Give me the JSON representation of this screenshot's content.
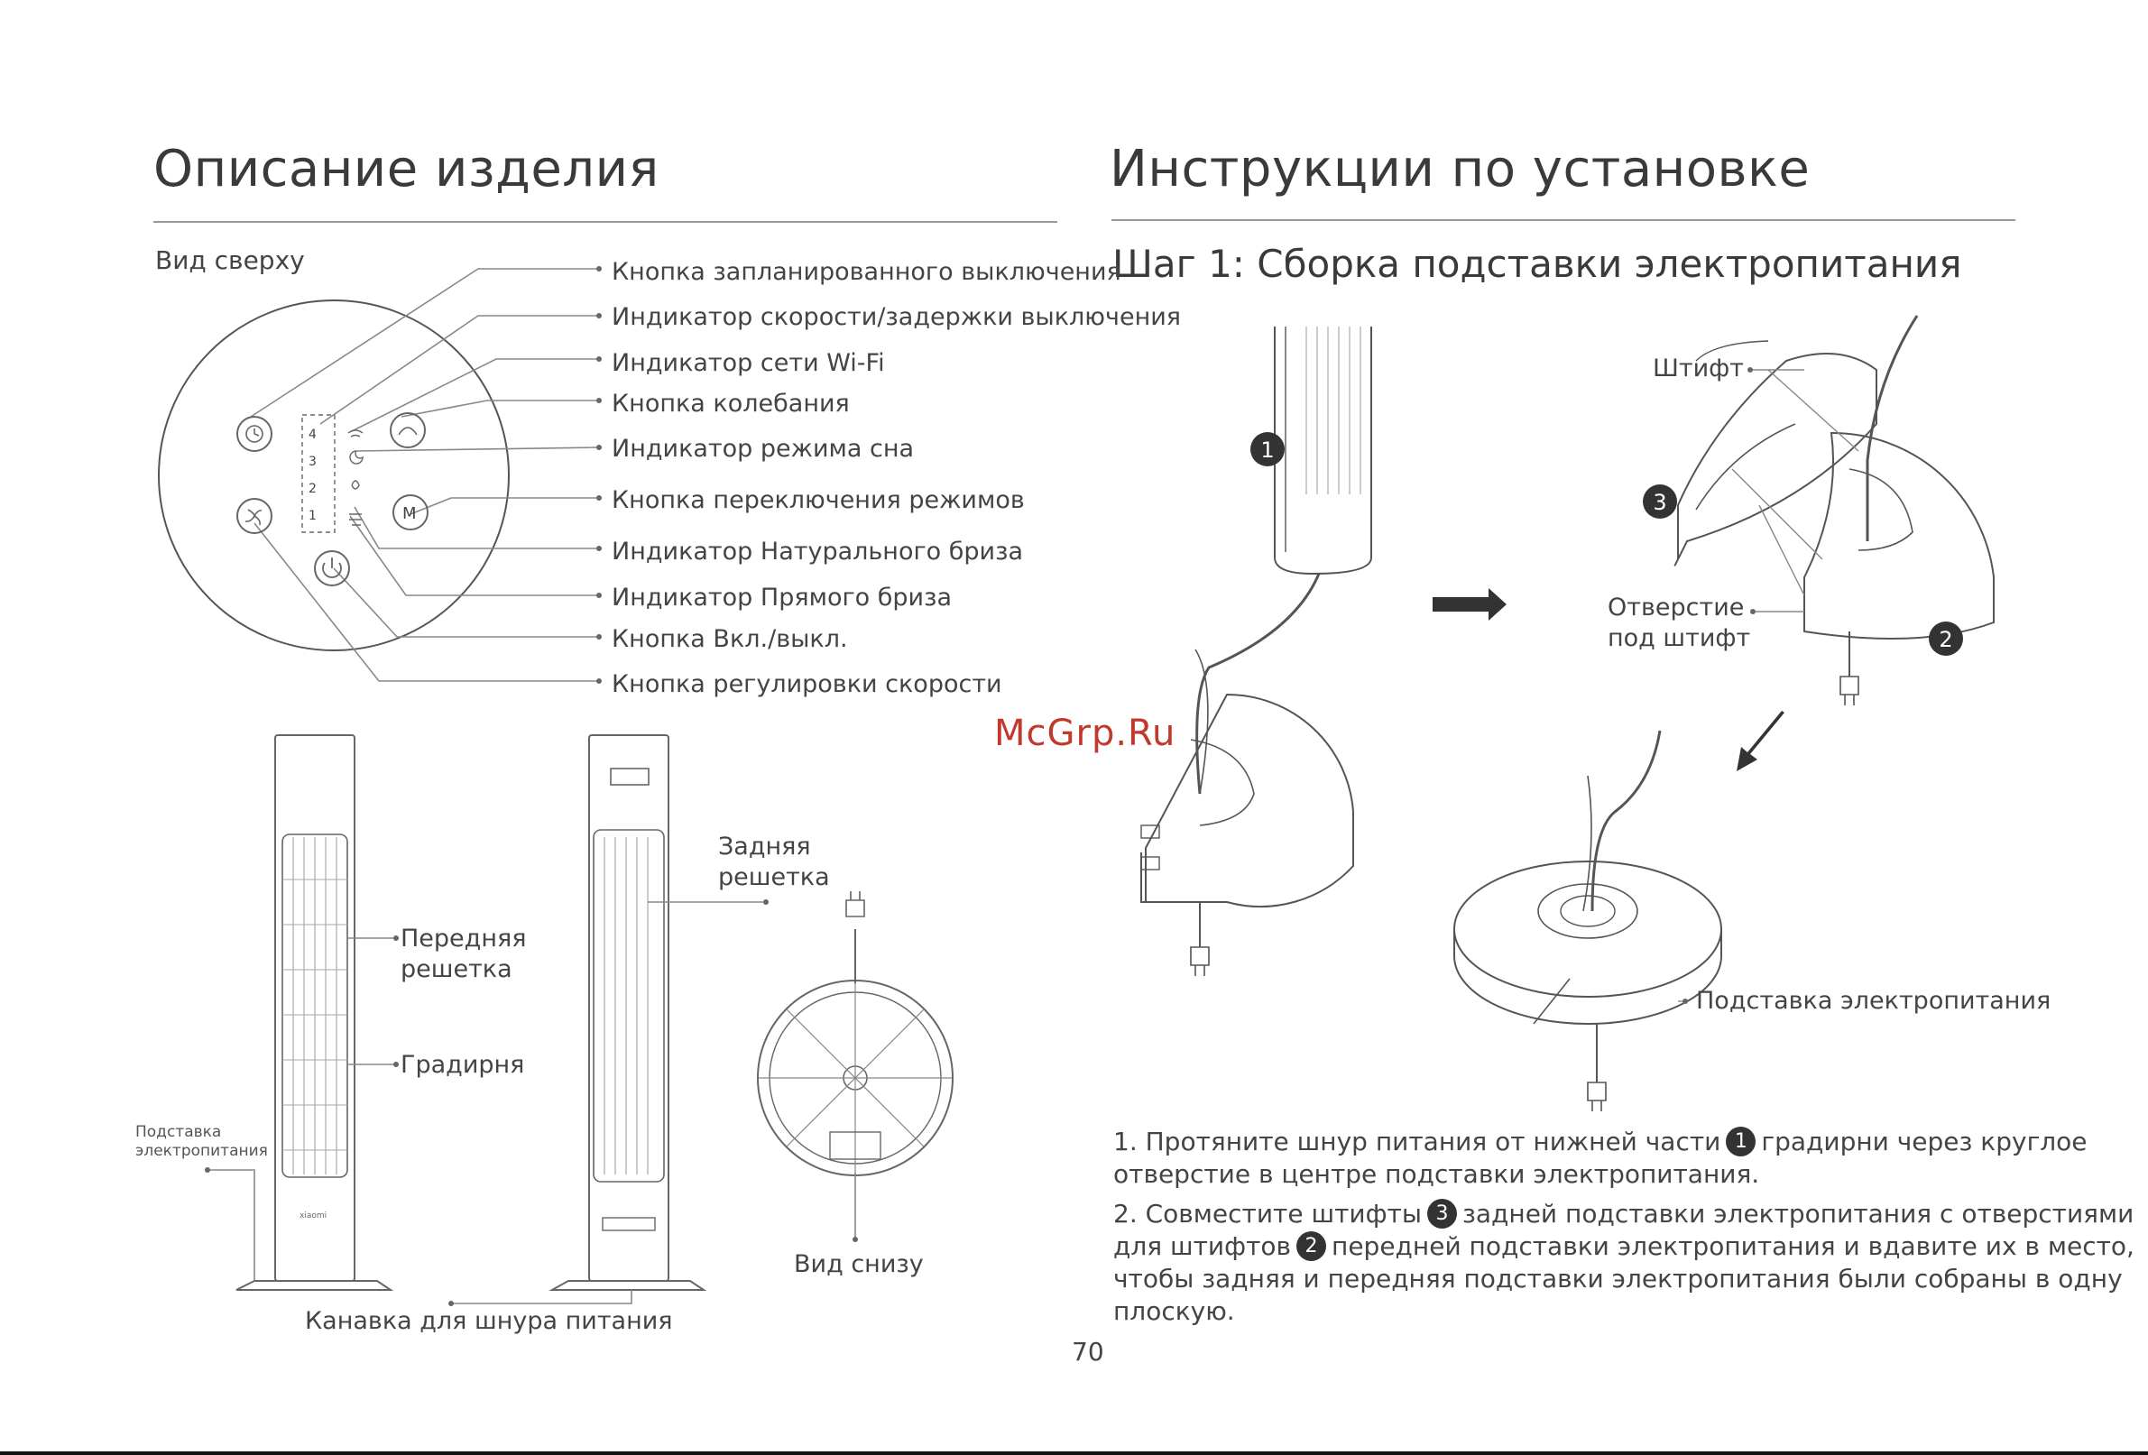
{
  "left": {
    "title": "Описание изделия",
    "top_view": "Вид сверху",
    "callouts": [
      "Кнопка запланированного выключения",
      "Индикатор скорости/задержки выключения",
      "Индикатор сети Wi-Fi",
      "Кнопка колебания",
      "Индикатор режима сна",
      "Кнопка переключения режимов",
      "Индикатор Натурального бриза",
      "Индикатор Прямого бриза",
      "Кнопка Вкл./выкл.",
      "Кнопка регулировки скорости"
    ],
    "speed_levels": [
      "4",
      "3",
      "2",
      "1"
    ],
    "mode_button_letter": "M",
    "front_grille": "Передняя решетка",
    "tower": "Градирня",
    "power_base": "Подставка электропитания",
    "rear_grille": "Задняя решетка",
    "bottom_view": "Вид снизу",
    "cord_groove": "Канавка для шнура питания",
    "brand": "xiaomi"
  },
  "right": {
    "title": "Инструкции по установке",
    "step_title": "Шаг 1: Сборка подставки электропитания",
    "pin": "Штифт",
    "pin_hole": "Отверстие под штифт",
    "power_base": "Подставка электропитания",
    "badges": [
      "1",
      "2",
      "3"
    ],
    "instr1_part1": "1. Протяните шнур питания от нижней части",
    "instr1_part2": "градирни через круглое",
    "instr1_line2": "отверстие в центре подставки электропитания.",
    "instr2_part1": "2. Совместите штифты",
    "instr2_part2": "задней подставки электропитания с отверстиями",
    "instr2_part3": "для штифтов",
    "instr2_part4": "передней подставки электропитания и вдавите их в место,",
    "instr2_line3": "чтобы задняя и передняя подставки электропитания были собраны в одну",
    "instr2_line4": "плоскую."
  },
  "page_number": "70",
  "watermark": "McGrp.Ru"
}
